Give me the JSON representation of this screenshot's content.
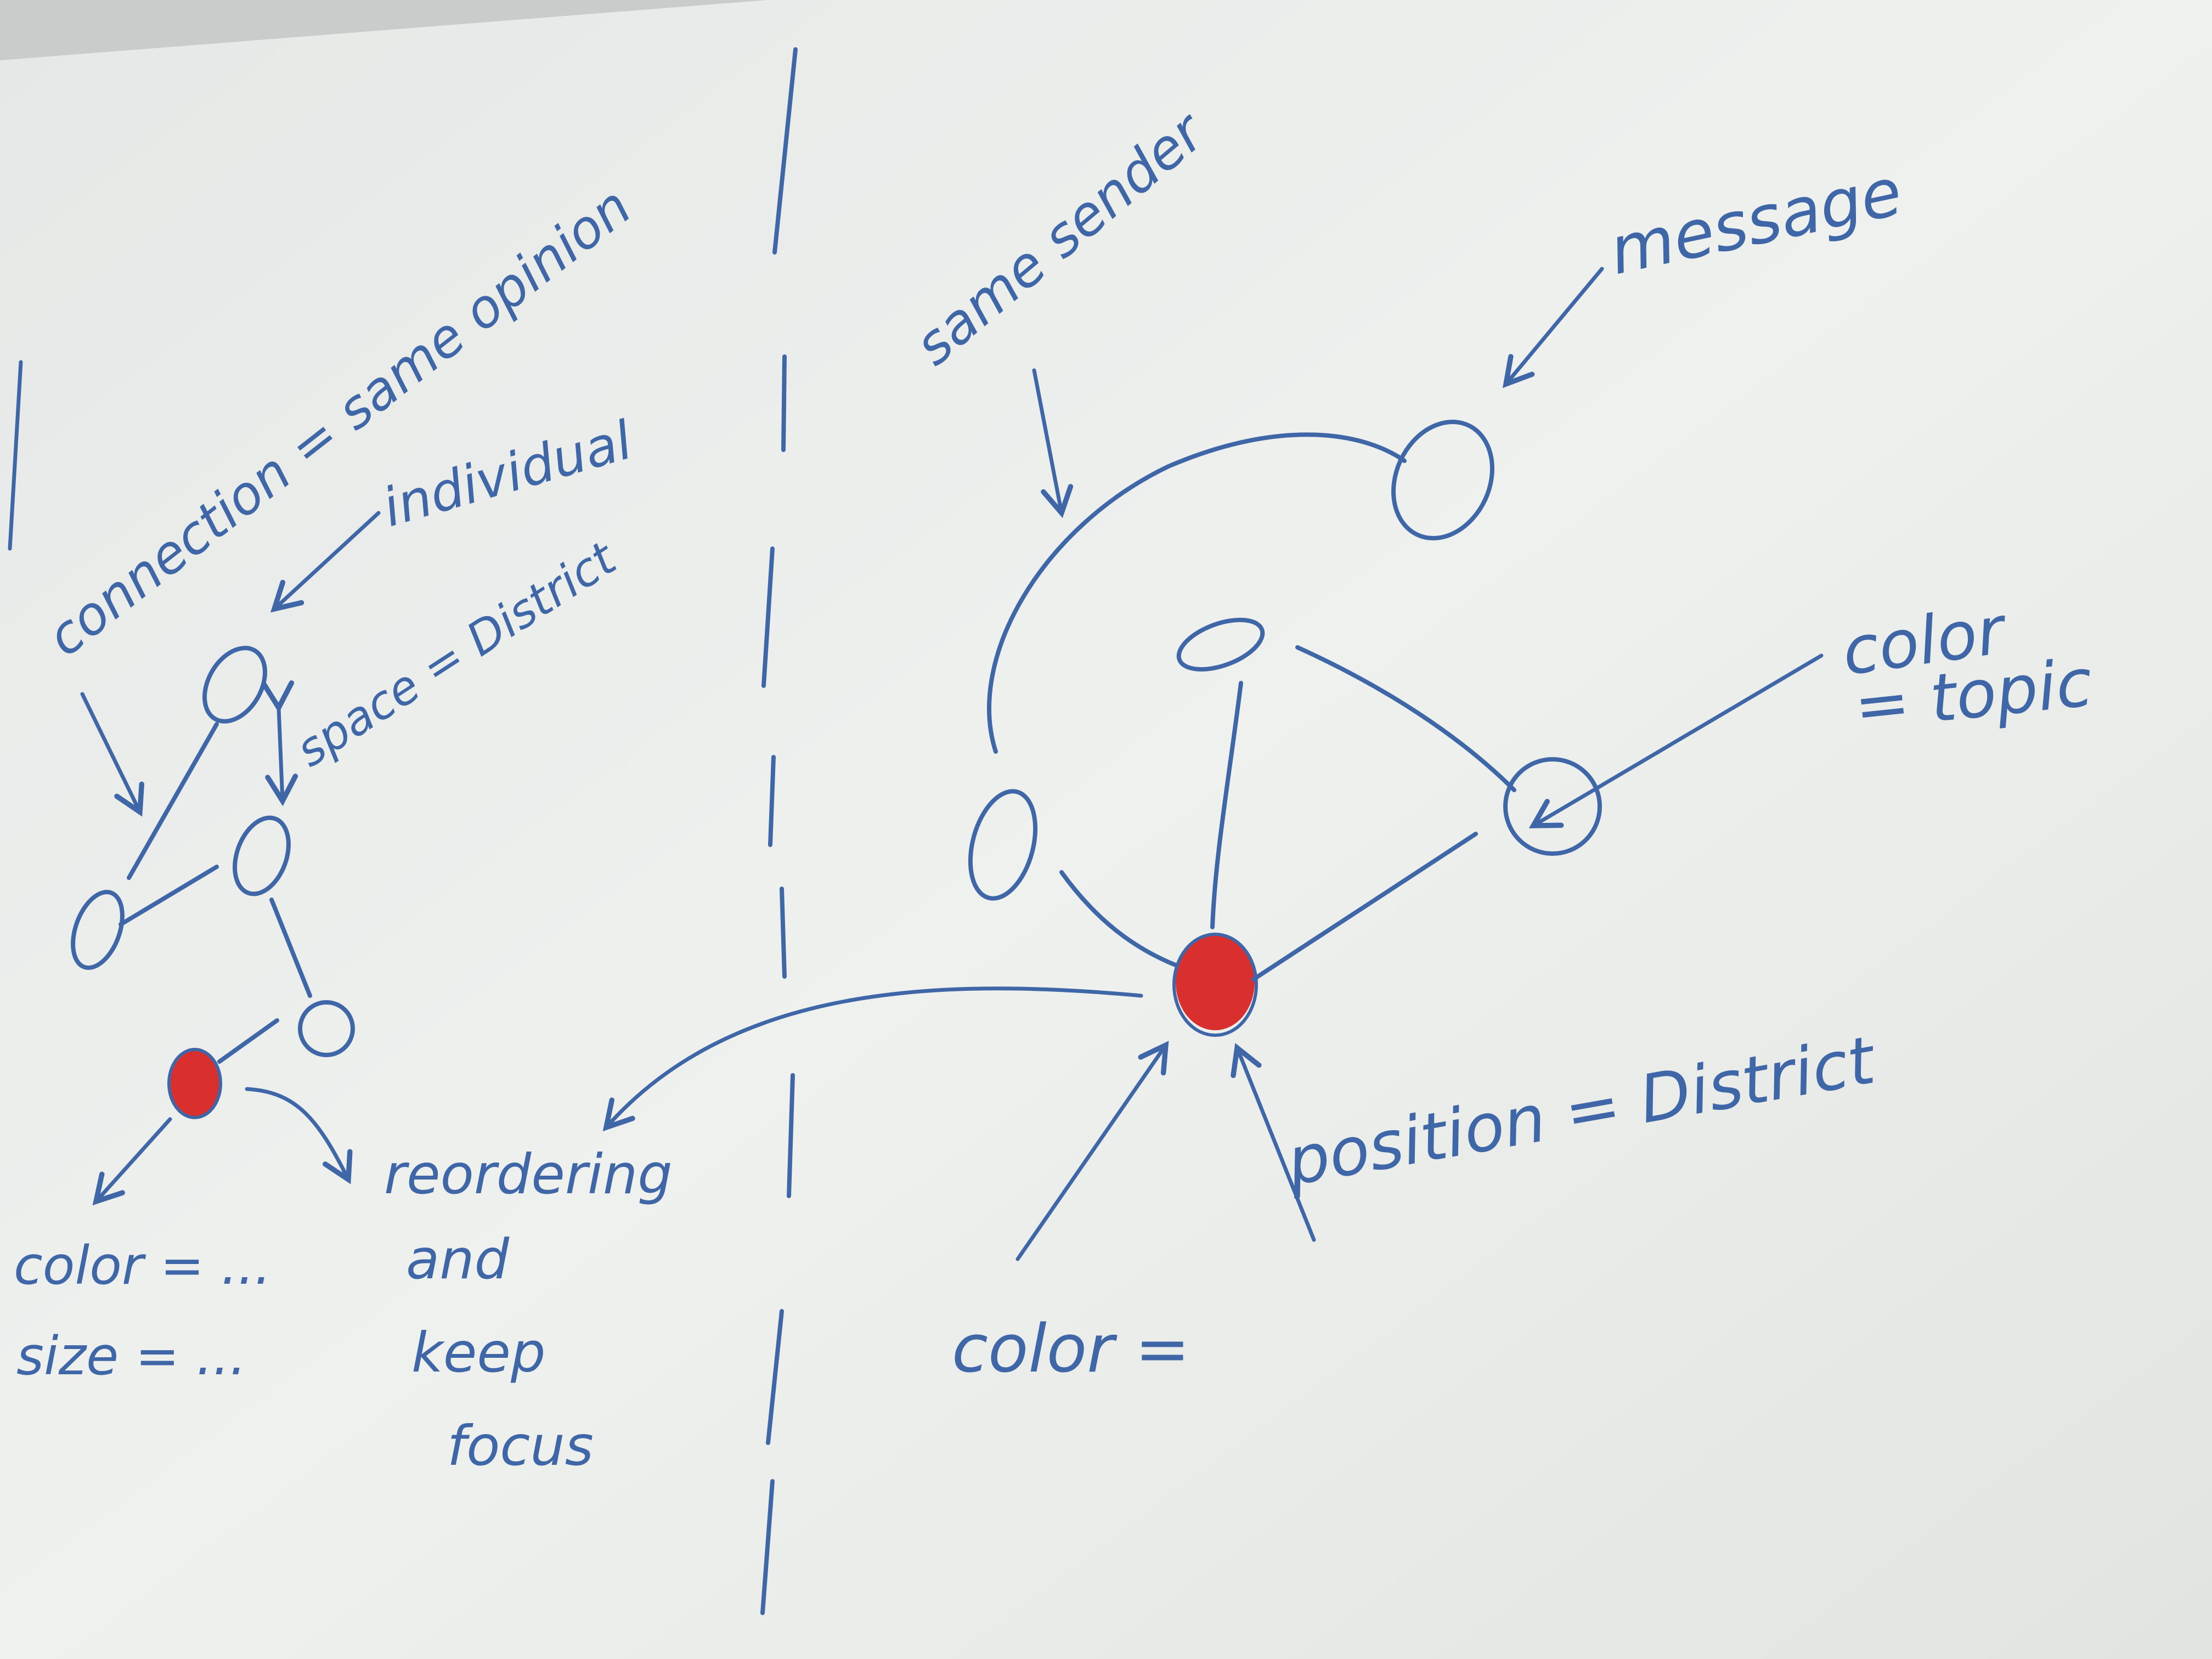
{
  "colors": {
    "ink": "#3f67a8",
    "highlight": "#d9302f",
    "board": "#eceeed"
  },
  "left_sketch": {
    "connection_label": "connection = same opinion",
    "individual_label": "individual",
    "space_label": "space = District",
    "reordering_label_lines": [
      "reordering",
      "and",
      "keep",
      "focus"
    ],
    "color_label": "color = ...",
    "size_label": "size = ..."
  },
  "right_sketch": {
    "same_sender_label": "same sender",
    "message_label": "message",
    "color_topic_label_lines": [
      "color",
      "= topic"
    ],
    "position_label": "position = District",
    "color_label": "color ="
  }
}
